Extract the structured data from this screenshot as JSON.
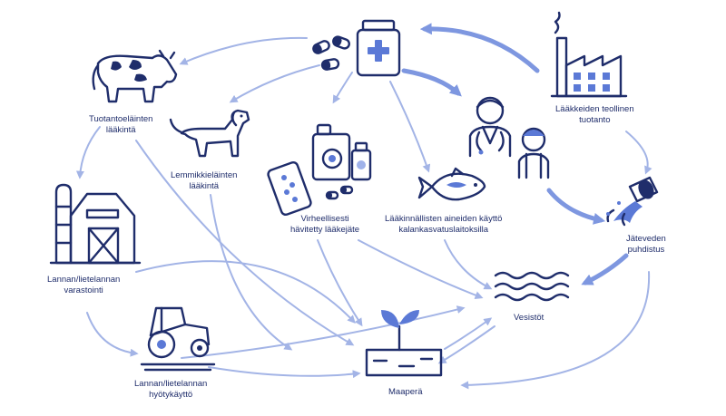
{
  "diagram": {
    "nodes": [
      {
        "id": "production_animals",
        "icon": "cow-icon",
        "label_lines": [
          "Tuotantoeläinten",
          "lääkintä"
        ]
      },
      {
        "id": "pets",
        "icon": "dog-icon",
        "label_lines": [
          "Lemmikkieläinten",
          "lääkintä"
        ]
      },
      {
        "id": "manure_storage",
        "icon": "barn-icon",
        "label_lines": [
          "Lannan/lietelannan",
          "varastointi"
        ]
      },
      {
        "id": "manure_use",
        "icon": "tractor-icon",
        "label_lines": [
          "Lannan/lietelannan",
          "hyötykäyttö"
        ]
      },
      {
        "id": "disposal",
        "icon": "medicine-waste-icon",
        "label_lines": [
          "Virheellisesti",
          "hävitetty lääkejäte"
        ]
      },
      {
        "id": "aquaculture",
        "icon": "fish-icon",
        "label_lines": [
          "Lääkinnällisten aineiden käyttö",
          "kalankasvatuslaitoksilla"
        ]
      },
      {
        "id": "industry",
        "icon": "factory-icon",
        "label_lines": [
          "Lääkkeiden teollinen",
          "tuotanto"
        ]
      },
      {
        "id": "wastewater",
        "icon": "wastewater-pipe-icon",
        "label_lines": [
          "Jäteveden",
          "puhdistus"
        ]
      },
      {
        "id": "waters",
        "icon": "water-waves-icon",
        "label_lines": [
          "Vesistöt"
        ]
      },
      {
        "id": "soil",
        "icon": "soil-sprout-icon",
        "label_lines": [
          "Maaperä"
        ]
      },
      {
        "id": "medicines",
        "icon": "medicine-bottle-pills-icon",
        "label_lines": []
      },
      {
        "id": "humans",
        "icon": "doctor-patient-icon",
        "label_lines": []
      }
    ],
    "colors": {
      "icon": "#1f2d6b",
      "accent": "#5b79d6",
      "arrow": "#a3b4e6",
      "arrow_strong": "#7e97e0",
      "text": "#1f2d6b"
    }
  }
}
